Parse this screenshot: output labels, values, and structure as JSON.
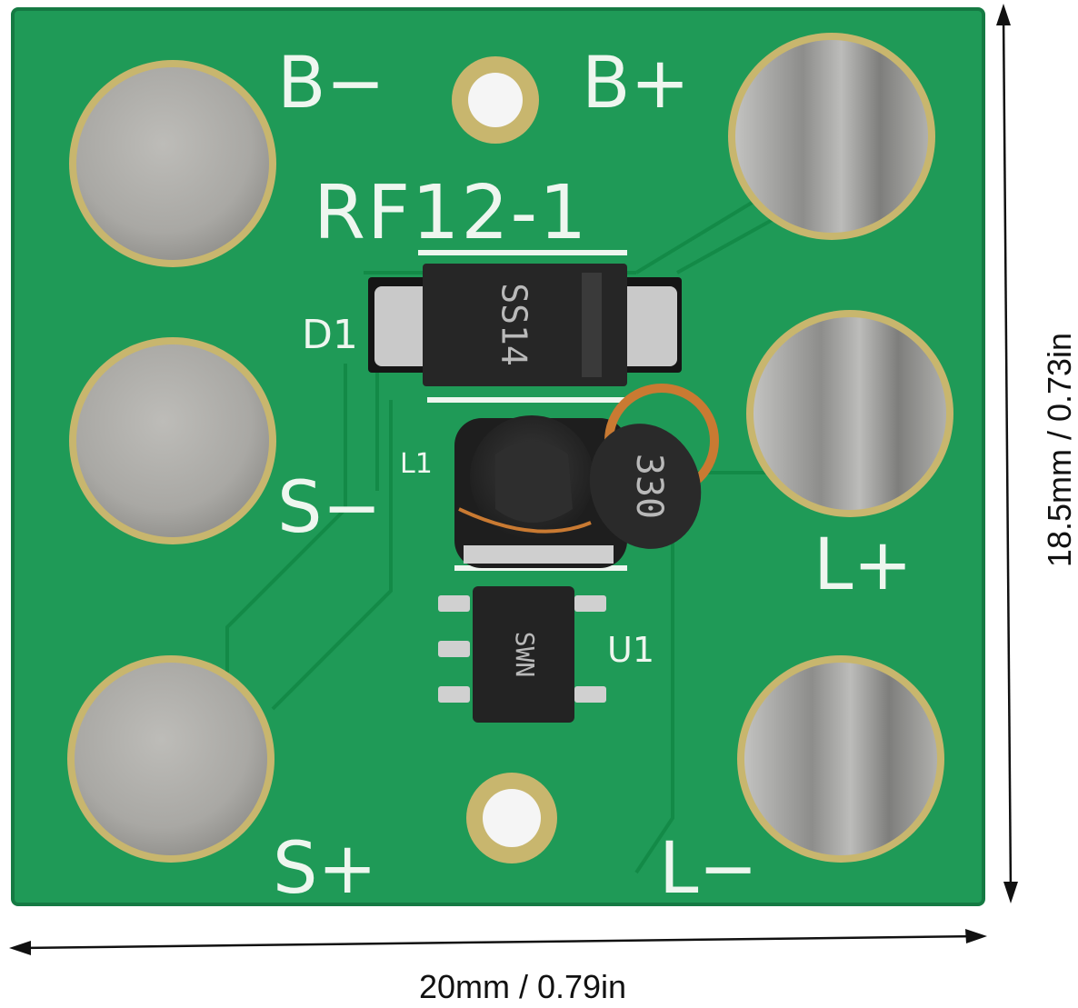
{
  "board": {
    "model": "RF12-1",
    "pad_labels": {
      "b_minus": "B−",
      "b_plus": "B+",
      "s_minus": "S−",
      "s_plus": "S+",
      "l_plus": "L+",
      "l_minus": "L−"
    },
    "designators": {
      "diode": "D1",
      "inductor": "L1",
      "ic": "U1"
    },
    "component_markings": {
      "diode": "SS14",
      "inductor": "330",
      "ic": "SWN"
    },
    "colors": {
      "pcb": "#1f9a57",
      "pcb_edge": "#157a43",
      "silkscreen": "#eef6ef",
      "pad": "#b3b2ad",
      "pad_ring": "#c8b66e",
      "component_body": "#232323"
    }
  },
  "dimensions": {
    "width": "20mm / 0.79in",
    "height": "18.5mm / 0.73in"
  }
}
